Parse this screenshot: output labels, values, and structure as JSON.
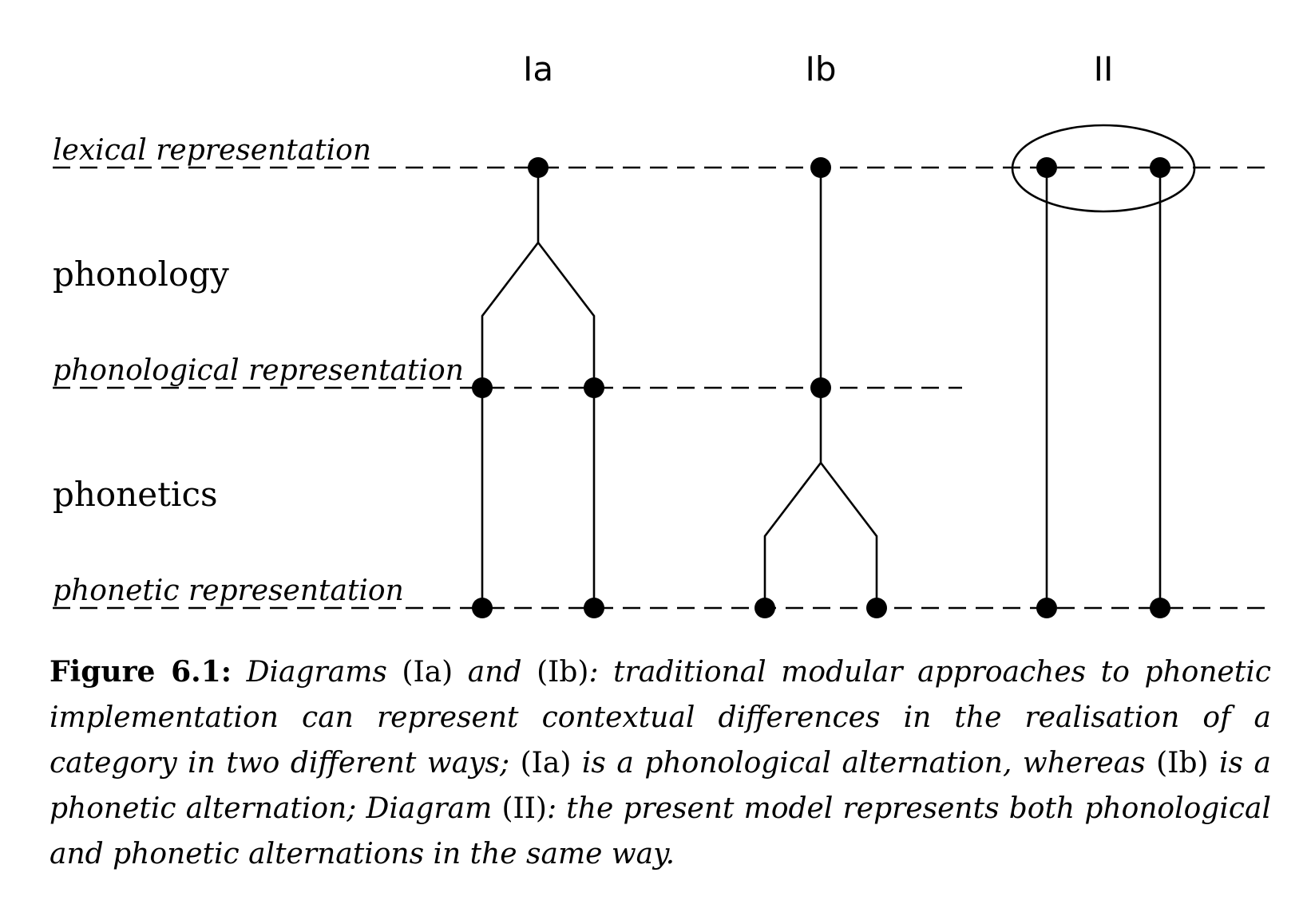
{
  "figure": {
    "columns": [
      {
        "id": "Ia",
        "label": "Ia"
      },
      {
        "id": "Ib",
        "label": "Ib"
      },
      {
        "id": "II",
        "label": "II"
      }
    ],
    "levels": {
      "lexical": "lexical representation",
      "phonological": "phonological representation",
      "phonetic": "phonetic representation"
    },
    "stages": {
      "phonology": "phonology",
      "phonetics": "phonetics"
    }
  },
  "caption": {
    "label": "Figure 6.1:",
    "segments": [
      {
        "text": " Diagrams ",
        "style": "it"
      },
      {
        "text": "(Ia)",
        "style": "up"
      },
      {
        "text": " and ",
        "style": "it"
      },
      {
        "text": "(Ib)",
        "style": "up"
      },
      {
        "text": ": traditional modular approaches to phonetic implementation can represent contextual differences in the realisation of a category in two different ways; ",
        "style": "it"
      },
      {
        "text": "(Ia)",
        "style": "up"
      },
      {
        "text": " is a phonological alternation, whereas ",
        "style": "it"
      },
      {
        "text": "(Ib)",
        "style": "up"
      },
      {
        "text": " is a phonetic alternation; Diagram ",
        "style": "it"
      },
      {
        "text": "(II)",
        "style": "up"
      },
      {
        "text": ": the present model represents both phonological and phonetic alternations in the same way.",
        "style": "it"
      }
    ]
  }
}
